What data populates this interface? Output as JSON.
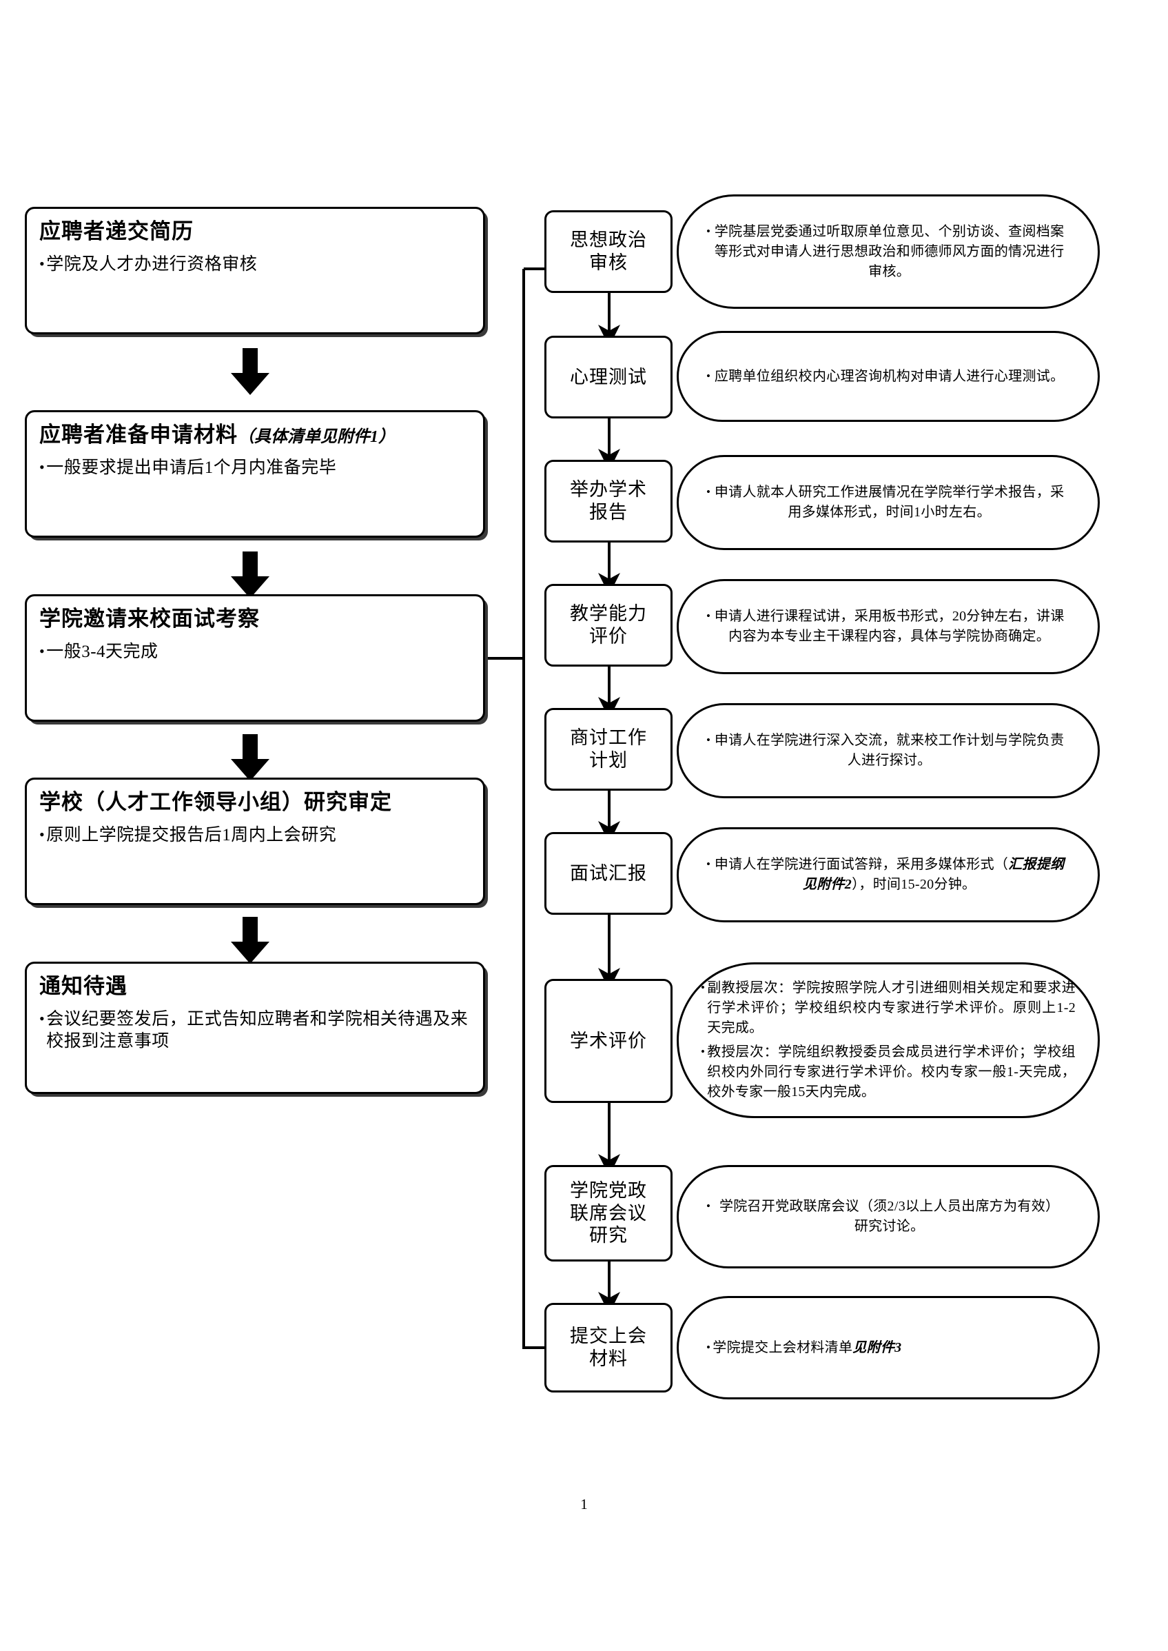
{
  "page": {
    "number": "1"
  },
  "left_column": [
    {
      "title": "应聘者递交简历",
      "title_paren": "",
      "bullets": [
        "学院及人才办进行资格审核"
      ]
    },
    {
      "title": "应聘者准备申请材料",
      "title_paren": "（具体清单见附件1）",
      "bullets": [
        "一般要求提出申请后1个月内准备完毕"
      ]
    },
    {
      "title": "学院邀请来校面试考察",
      "title_paren": "",
      "bullets": [
        "一般3-4天完成"
      ]
    },
    {
      "title": "学校（人才工作领导小组）研究审定",
      "title_paren": "",
      "bullets": [
        "原则上学院提交报告后1周内上会研究"
      ]
    },
    {
      "title": "通知待遇",
      "title_paren": "",
      "bullets": [
        "会议纪要签发后，正式告知应聘者和学院相关待遇及来校报到注意事项"
      ]
    }
  ],
  "right_column": [
    {
      "step": "思想政治\n审核",
      "desc_lines": [
        [
          {
            "t": "学院基层党委通过听取原单位意见、个别访谈、查阅档案等形式对申请人进行思想政治和师德师风方面的情况进行审核。",
            "em": false
          }
        ]
      ]
    },
    {
      "step": "心理测试",
      "desc_lines": [
        [
          {
            "t": "应聘单位组织校内心理咨询机构对申请人进行心理测试。",
            "em": false
          }
        ]
      ]
    },
    {
      "step": "举办学术\n报告",
      "desc_lines": [
        [
          {
            "t": "申请人就本人研究工作进展情况在学院举行学术报告，采用多媒体形式，时间1小时左右。",
            "em": false
          }
        ]
      ]
    },
    {
      "step": "教学能力\n评价",
      "desc_lines": [
        [
          {
            "t": "申请人进行课程试讲，采用板书形式，20分钟左右，讲课内容为本专业主干课程内容，具体与学院协商确定。",
            "em": false
          }
        ]
      ]
    },
    {
      "step": "商讨工作\n计划",
      "desc_lines": [
        [
          {
            "t": "申请人在学院进行深入交流，就来校工作计划与学院负责人进行探讨。",
            "em": false
          }
        ]
      ]
    },
    {
      "step": "面试汇报",
      "desc_lines": [
        [
          {
            "t": "申请人在学院进行面试答辩，采用多媒体形式（",
            "em": false
          },
          {
            "t": "汇报提纲见附件2",
            "em": true
          },
          {
            "t": "），时间15-20分钟。",
            "em": false
          }
        ]
      ]
    },
    {
      "step": "学术评价",
      "desc_lines": [
        [
          {
            "t": "副教授层次：学院按照学院人才引进细则相关规定和要求进行学术评价；学校组织校内专家进行学术评价。原则上1-2天完成。",
            "em": false
          }
        ],
        [
          {
            "t": "教授层次：学院组织教授委员会成员进行学术评价；学校组织校内外同行专家进行学术评价。校内专家一般1-天完成，校外专家一般15天内完成。",
            "em": false
          }
        ]
      ]
    },
    {
      "step": "学院党政\n联席会议\n研究",
      "desc_lines": [
        [
          {
            "t": "学院召开党政联席会议（须2/3以上人员出席方为有效）研究讨论。",
            "em": false
          }
        ]
      ]
    },
    {
      "step": "提交上会\n材料",
      "desc_lines": [
        [
          {
            "t": "学院提交上会材料清单",
            "em": false
          },
          {
            "t": "见附件3",
            "em": true
          }
        ]
      ]
    }
  ],
  "icons": {
    "down_arrow": "fat-down-arrow",
    "thin_arrow": "thin-down-arrow"
  },
  "colors": {
    "stroke": "#000000",
    "shadow": "#3a3a3a",
    "background": "#ffffff"
  }
}
